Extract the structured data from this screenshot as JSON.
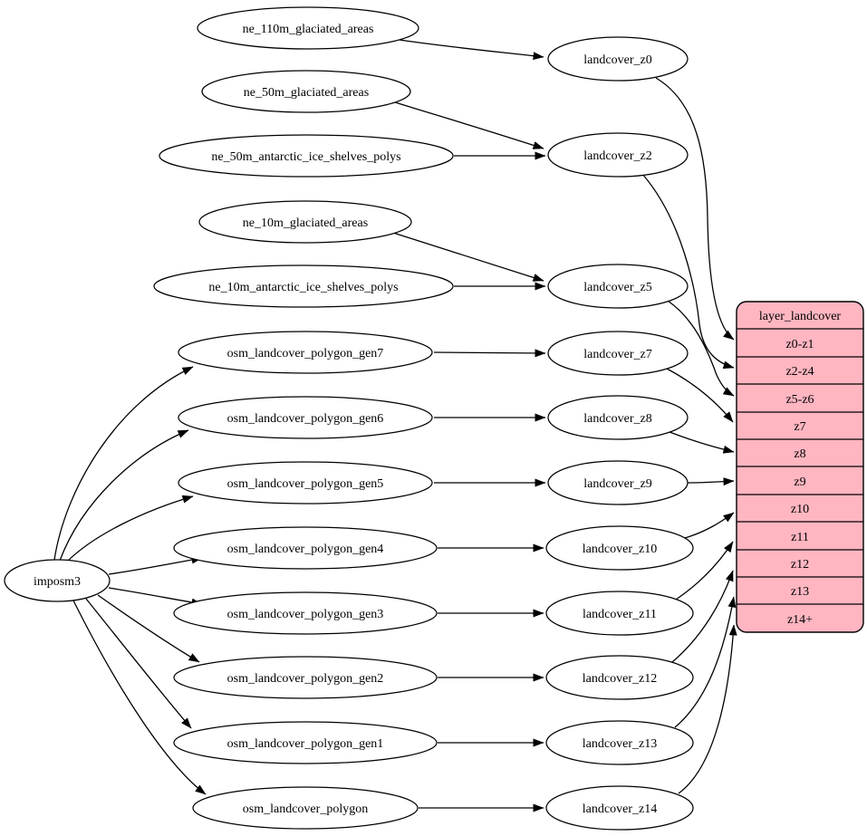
{
  "diagram": {
    "kind": "etl-dependency-graph",
    "background": "#ffffff",
    "colors": {
      "node_fill": "#ffffff",
      "node_stroke": "#000000",
      "edge_stroke": "#000000",
      "table_fill": "#ffb6c1",
      "text": "#000000"
    }
  },
  "nodes": {
    "imposm3": "imposm3",
    "ne_110m_glaciated_areas": "ne_110m_glaciated_areas",
    "ne_50m_glaciated_areas": "ne_50m_glaciated_areas",
    "ne_50m_antarctic_ice_shelves_polys": "ne_50m_antarctic_ice_shelves_polys",
    "ne_10m_glaciated_areas": "ne_10m_glaciated_areas",
    "ne_10m_antarctic_ice_shelves_polys": "ne_10m_antarctic_ice_shelves_polys",
    "osm_landcover_polygon_gen7": "osm_landcover_polygon_gen7",
    "osm_landcover_polygon_gen6": "osm_landcover_polygon_gen6",
    "osm_landcover_polygon_gen5": "osm_landcover_polygon_gen5",
    "osm_landcover_polygon_gen4": "osm_landcover_polygon_gen4",
    "osm_landcover_polygon_gen3": "osm_landcover_polygon_gen3",
    "osm_landcover_polygon_gen2": "osm_landcover_polygon_gen2",
    "osm_landcover_polygon_gen1": "osm_landcover_polygon_gen1",
    "osm_landcover_polygon": "osm_landcover_polygon",
    "landcover_z0": "landcover_z0",
    "landcover_z2": "landcover_z2",
    "landcover_z5": "landcover_z5",
    "landcover_z7": "landcover_z7",
    "landcover_z8": "landcover_z8",
    "landcover_z9": "landcover_z9",
    "landcover_z10": "landcover_z10",
    "landcover_z11": "landcover_z11",
    "landcover_z12": "landcover_z12",
    "landcover_z13": "landcover_z13",
    "landcover_z14": "landcover_z14"
  },
  "table": {
    "title": "layer_landcover",
    "rows": [
      "z0-z1",
      "z2-z4",
      "z5-z6",
      "z7",
      "z8",
      "z9",
      "z10",
      "z11",
      "z12",
      "z13",
      "z14+"
    ]
  },
  "edges": [
    [
      "ne_110m_glaciated_areas",
      "landcover_z0"
    ],
    [
      "ne_50m_glaciated_areas",
      "landcover_z2"
    ],
    [
      "ne_50m_antarctic_ice_shelves_polys",
      "landcover_z2"
    ],
    [
      "ne_10m_glaciated_areas",
      "landcover_z5"
    ],
    [
      "ne_10m_antarctic_ice_shelves_polys",
      "landcover_z5"
    ],
    [
      "imposm3",
      "osm_landcover_polygon_gen7"
    ],
    [
      "imposm3",
      "osm_landcover_polygon_gen6"
    ],
    [
      "imposm3",
      "osm_landcover_polygon_gen5"
    ],
    [
      "imposm3",
      "osm_landcover_polygon_gen4"
    ],
    [
      "imposm3",
      "osm_landcover_polygon_gen3"
    ],
    [
      "imposm3",
      "osm_landcover_polygon_gen2"
    ],
    [
      "imposm3",
      "osm_landcover_polygon_gen1"
    ],
    [
      "imposm3",
      "osm_landcover_polygon"
    ],
    [
      "osm_landcover_polygon_gen7",
      "landcover_z7"
    ],
    [
      "osm_landcover_polygon_gen6",
      "landcover_z8"
    ],
    [
      "osm_landcover_polygon_gen5",
      "landcover_z9"
    ],
    [
      "osm_landcover_polygon_gen4",
      "landcover_z10"
    ],
    [
      "osm_landcover_polygon_gen3",
      "landcover_z11"
    ],
    [
      "osm_landcover_polygon_gen2",
      "landcover_z12"
    ],
    [
      "osm_landcover_polygon_gen1",
      "landcover_z13"
    ],
    [
      "osm_landcover_polygon",
      "landcover_z14"
    ],
    [
      "landcover_z0",
      "layer_landcover:z0-z1"
    ],
    [
      "landcover_z2",
      "layer_landcover:z2-z4"
    ],
    [
      "landcover_z5",
      "layer_landcover:z5-z6"
    ],
    [
      "landcover_z7",
      "layer_landcover:z7"
    ],
    [
      "landcover_z8",
      "layer_landcover:z8"
    ],
    [
      "landcover_z9",
      "layer_landcover:z9"
    ],
    [
      "landcover_z10",
      "layer_landcover:z10"
    ],
    [
      "landcover_z11",
      "layer_landcover:z11"
    ],
    [
      "landcover_z12",
      "layer_landcover:z12"
    ],
    [
      "landcover_z13",
      "layer_landcover:z13"
    ],
    [
      "landcover_z14",
      "layer_landcover:z14+"
    ]
  ]
}
